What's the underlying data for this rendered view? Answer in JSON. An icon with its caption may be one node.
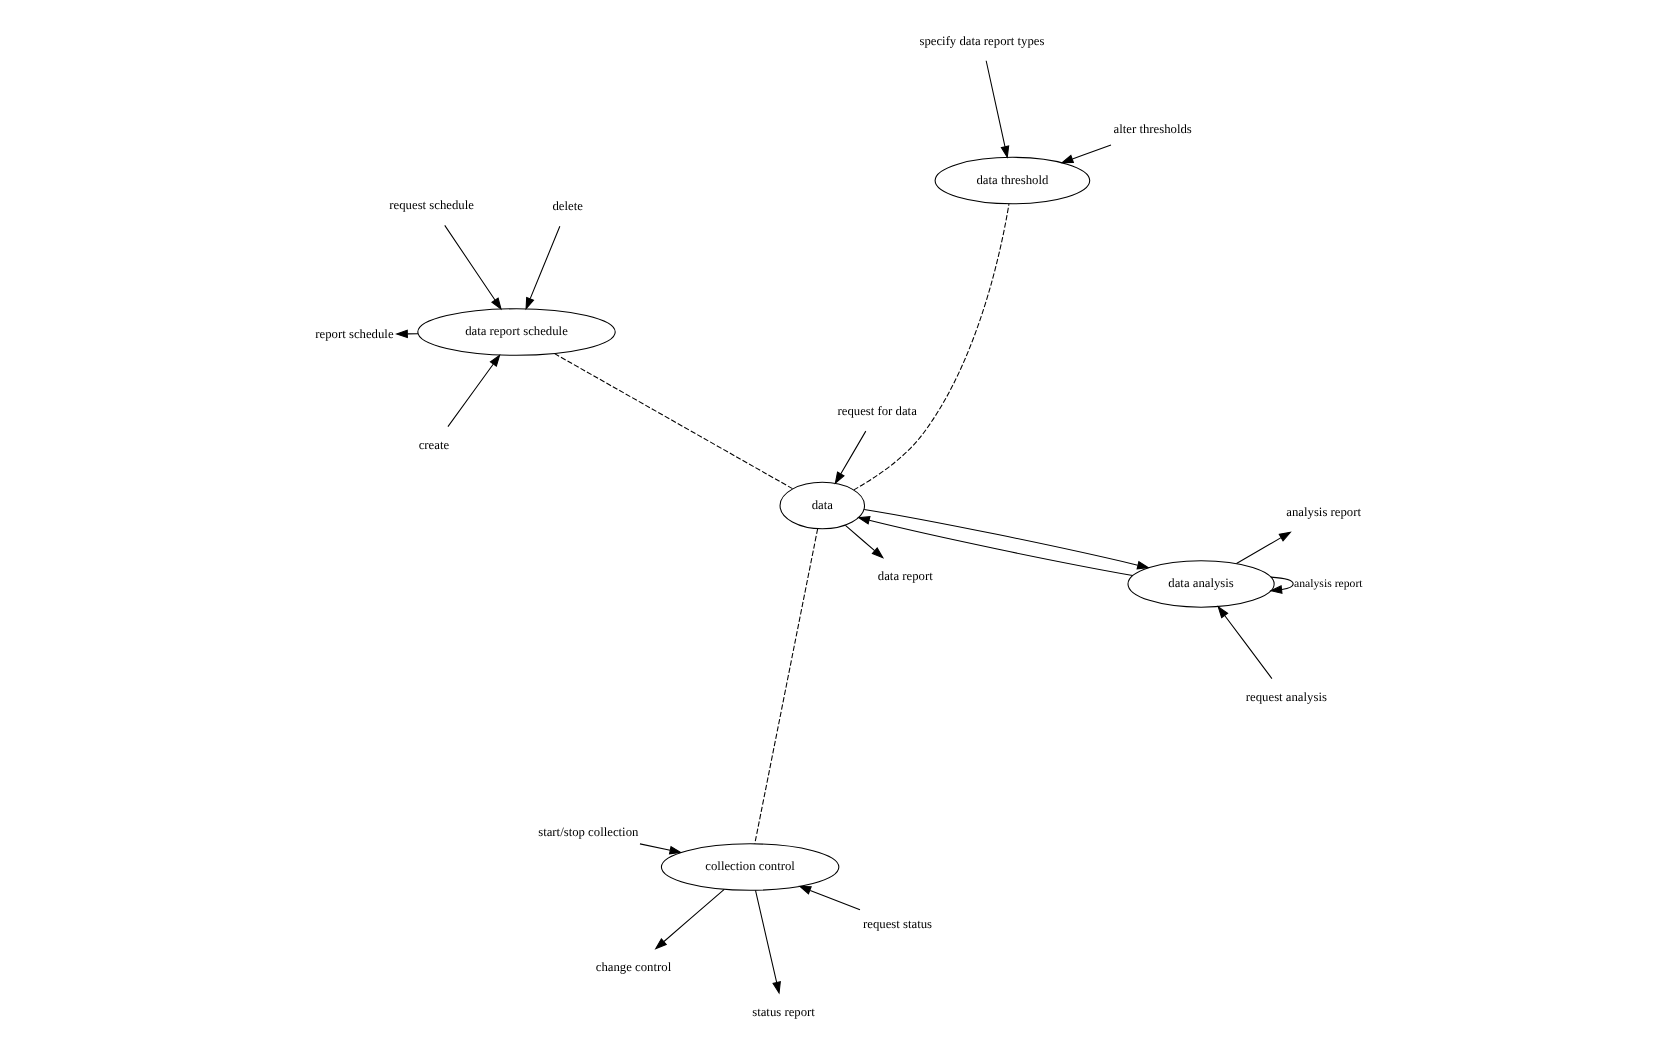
{
  "diagram": {
    "nodes": [
      {
        "text": [
          "data report schedule"
        ]
      },
      {
        "text": [
          "data"
        ]
      },
      {
        "text": [
          "data analysis"
        ]
      },
      {
        "text": [
          "collection control"
        ]
      },
      {
        "text": [
          "data threshold"
        ]
      },
      {
        "text": [
          "create"
        ]
      },
      {
        "text": [
          "delete"
        ]
      },
      {
        "text": [
          "request schedule"
        ]
      },
      {
        "text": [
          "report schedule"
        ]
      },
      {
        "text": [
          "request analysis"
        ]
      },
      {
        "text": [
          "analysis report"
        ]
      },
      {
        "text": [
          "request for data"
        ]
      },
      {
        "text": [
          "data report"
        ]
      },
      {
        "text": [
          "request status"
        ]
      },
      {
        "text": [
          "status report"
        ]
      },
      {
        "text": [
          "change control"
        ]
      },
      {
        "text": [
          "start/stop collection"
        ]
      },
      {
        "text": [
          "specify data report types"
        ]
      },
      {
        "text": [
          "alter thresholds"
        ]
      }
    ],
    "edges": [
      {
        "from": 5,
        "to": 0,
        "arrow": "to"
      },
      {
        "from": 6,
        "to": 0,
        "arrow": "to"
      },
      {
        "from": 7,
        "to": 0,
        "arrow": "to"
      },
      {
        "from": 0,
        "to": 8,
        "arrow": "to"
      },
      {
        "from": 9,
        "to": 2,
        "arrow": "to"
      },
      {
        "from": 2,
        "to": 10,
        "arrow": "to"
      },
      {
        "from": 2,
        "to": 2,
        "arrow": "to",
        "label": "analysis report"
      },
      {
        "from": 1,
        "to": 2,
        "arrow": "to"
      },
      {
        "from": 2,
        "to": 1,
        "arrow": "to"
      },
      {
        "from": 11,
        "to": 1,
        "arrow": "to"
      },
      {
        "from": 1,
        "to": 12,
        "arrow": "to"
      },
      {
        "from": 0,
        "to": 1,
        "arrow": "none",
        "style": "dashed"
      },
      {
        "from": 1,
        "to": 3,
        "arrow": "none",
        "style": "dashed"
      },
      {
        "from": 1,
        "to": 4,
        "arrow": "none",
        "style": "dashed"
      },
      {
        "from": 13,
        "to": 3,
        "arrow": "to"
      },
      {
        "from": 3,
        "to": 14,
        "arrow": "to"
      },
      {
        "from": 3,
        "to": 15,
        "arrow": "to"
      },
      {
        "from": 16,
        "to": 3,
        "arrow": "to"
      },
      {
        "from": 17,
        "to": 4,
        "arrow": "to"
      },
      {
        "from": 18,
        "to": 4,
        "arrow": "to"
      }
    ]
  }
}
